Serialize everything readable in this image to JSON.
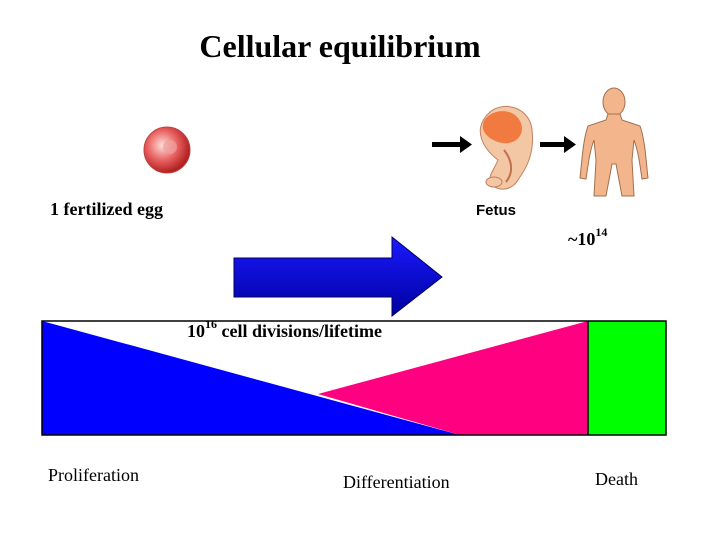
{
  "title": "Cellular equilibrium",
  "labels": {
    "egg": "1 fertilized egg",
    "fetus": "Fetus",
    "cells_prefix": "~10",
    "cells_exp": "14",
    "divisions_base": "10",
    "divisions_exp": "16",
    "divisions_text": " cell divisions/lifetime",
    "proliferation": "Proliferation",
    "differentiation": "Differentiation",
    "death": "Death"
  },
  "colors": {
    "proliferation": "#0000ff",
    "differentiation": "#ff0080",
    "death": "#00ff00",
    "arrow_light": "#1010e0",
    "arrow_dark": "#000080",
    "egg": "#e05050",
    "skin": "#f3b58c",
    "embryo": "#f08a5a"
  },
  "icons": [
    "fertilized-egg-icon",
    "embryo-icon",
    "human-figure-icon",
    "arrow-right-icon"
  ]
}
